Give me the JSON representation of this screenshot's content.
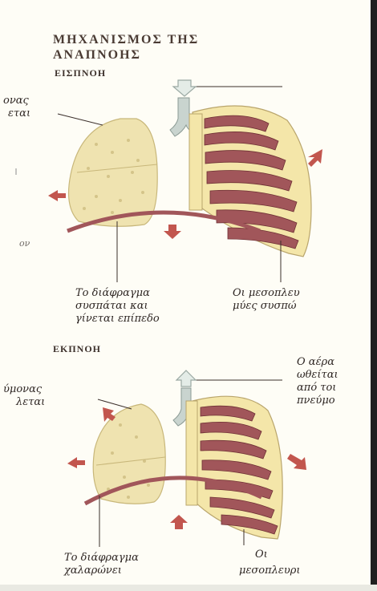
{
  "title": {
    "line1": "ΜΗΧΑΝΙΣΜΟΣ ΤΗΣ",
    "line2": "ΑΝΑΠΝΟΗΣ"
  },
  "inhale": {
    "heading": "ΕΙΣΠΝΟΗ",
    "left_label": {
      "line1": "ονας",
      "line2": "εται"
    },
    "side_mark": "ον",
    "diaphragm_label": {
      "line1": "Το διάφραγμα",
      "line2": "συσπάται και",
      "line3": "γίνεται επίπεδο"
    },
    "muscles_label": {
      "line1": "Οι μεσοπλευ",
      "line2": "μύες συσπώ"
    }
  },
  "exhale": {
    "heading": "ΕΚΠΝΟΗ",
    "left_label": {
      "line1": "ύμονας",
      "line2": "λεται"
    },
    "air_label": {
      "line1": "Ο αέρα",
      "line2": "ωθείται",
      "line3": "από τοι",
      "line4": "πνεύμο"
    },
    "diaphragm_label": {
      "line1": "Το διάφραγμα",
      "line2": "χαλαρώνει"
    },
    "muscles_label": {
      "line1": "Οι",
      "line2": "μεσοπλευρι"
    }
  },
  "colors": {
    "rib": "#a1565a",
    "bone": "#f4e6a9",
    "lung": "#efe3b0",
    "arrow": "#c2564e",
    "trachea": "#c9d4cf"
  }
}
